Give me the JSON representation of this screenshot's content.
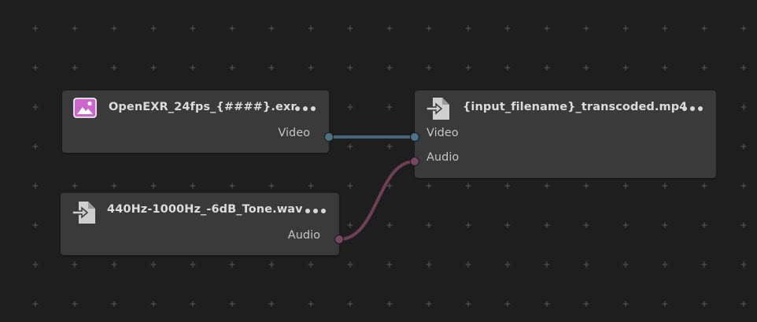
{
  "colors": {
    "background": "#1e1e1e",
    "node": "#3a3a3a",
    "video_wire": "#47667a",
    "audio_wire": "#6e3f55",
    "video_port": "#4f7385",
    "audio_port": "#7a4560",
    "image_icon": "#cc66cc"
  },
  "nodes": {
    "exr_source": {
      "title": "OpenEXR_24fps_{####}.exr",
      "icon": "image-icon",
      "outputs": [
        "Video"
      ]
    },
    "wav_source": {
      "title": "440Hz-1000Hz_-6dB_Tone.wav",
      "icon": "file-import-icon",
      "outputs": [
        "Audio"
      ]
    },
    "mp4_output": {
      "title": "{input_filename}_transcoded.mp4",
      "icon": "file-import-icon",
      "inputs": [
        "Video",
        "Audio"
      ]
    }
  },
  "connections": [
    {
      "from": "OpenEXR_24fps_{####}.exr",
      "from_port": "Video",
      "to": "{input_filename}_transcoded.mp4",
      "to_port": "Video"
    },
    {
      "from": "440Hz-1000Hz_-6dB_Tone.wav",
      "from_port": "Audio",
      "to": "{input_filename}_transcoded.mp4",
      "to_port": "Audio"
    }
  ]
}
